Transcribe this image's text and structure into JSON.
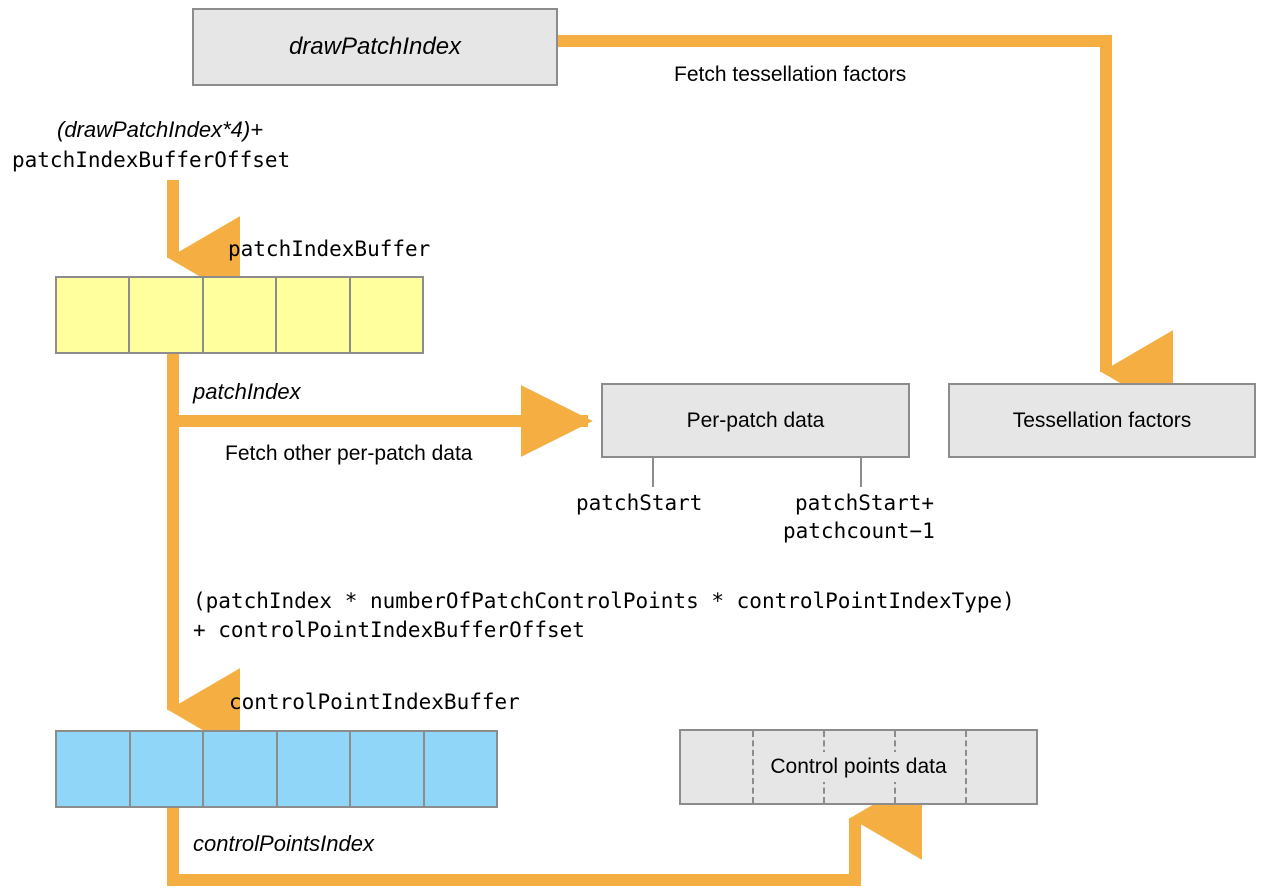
{
  "diagram": {
    "title": "Tessellation patch index and control point index buffer flow",
    "colors": {
      "arrow": "#f5ae42",
      "box_fill": "#e6e6e6",
      "box_border": "#8c8c8c",
      "patch_index_buffer_cell": "#ffff9e",
      "control_point_index_buffer_cell": "#8fd6f9",
      "text": "#000000"
    },
    "nodes": [
      {
        "id": "draw-patch-index",
        "label": "drawPatchIndex",
        "style": "italic"
      },
      {
        "id": "per-patch-data",
        "label": "Per-patch data",
        "style": "plain"
      },
      {
        "id": "tessellation-factors",
        "label": "Tessellation factors",
        "style": "plain"
      },
      {
        "id": "control-points-data",
        "label": "Control points data",
        "style": "plain",
        "segments": 5
      }
    ],
    "buffers": [
      {
        "id": "patch-index-buffer",
        "title": "patchIndexBuffer",
        "cells": 5,
        "color": "#ffff9e"
      },
      {
        "id": "control-point-index-buffer",
        "title": "controlPointIndexBuffer",
        "cells": 6,
        "color": "#8fd6f9"
      }
    ],
    "labels": {
      "fetch_tessellation_factors": "Fetch tessellation factors",
      "patch_index_offset_line1": "(drawPatchIndex*4)+",
      "patch_index_offset_line2": "patchIndexBufferOffset",
      "patch_index_buffer_title": "patchIndexBuffer",
      "patch_index": "patchIndex",
      "fetch_other_per_patch_data": "Fetch other per-patch data",
      "patch_start": "patchStart",
      "patch_end_line1": "patchStart+",
      "patch_end_line2": "patchcount−1",
      "control_point_formula_line1": "(patchIndex * numberOfPatchControlPoints * controlPointIndexType)",
      "control_point_formula_line2": "+ controlPointIndexBufferOffset",
      "control_point_index_buffer_title": "controlPointIndexBuffer",
      "control_points_index": "controlPointsIndex"
    }
  }
}
